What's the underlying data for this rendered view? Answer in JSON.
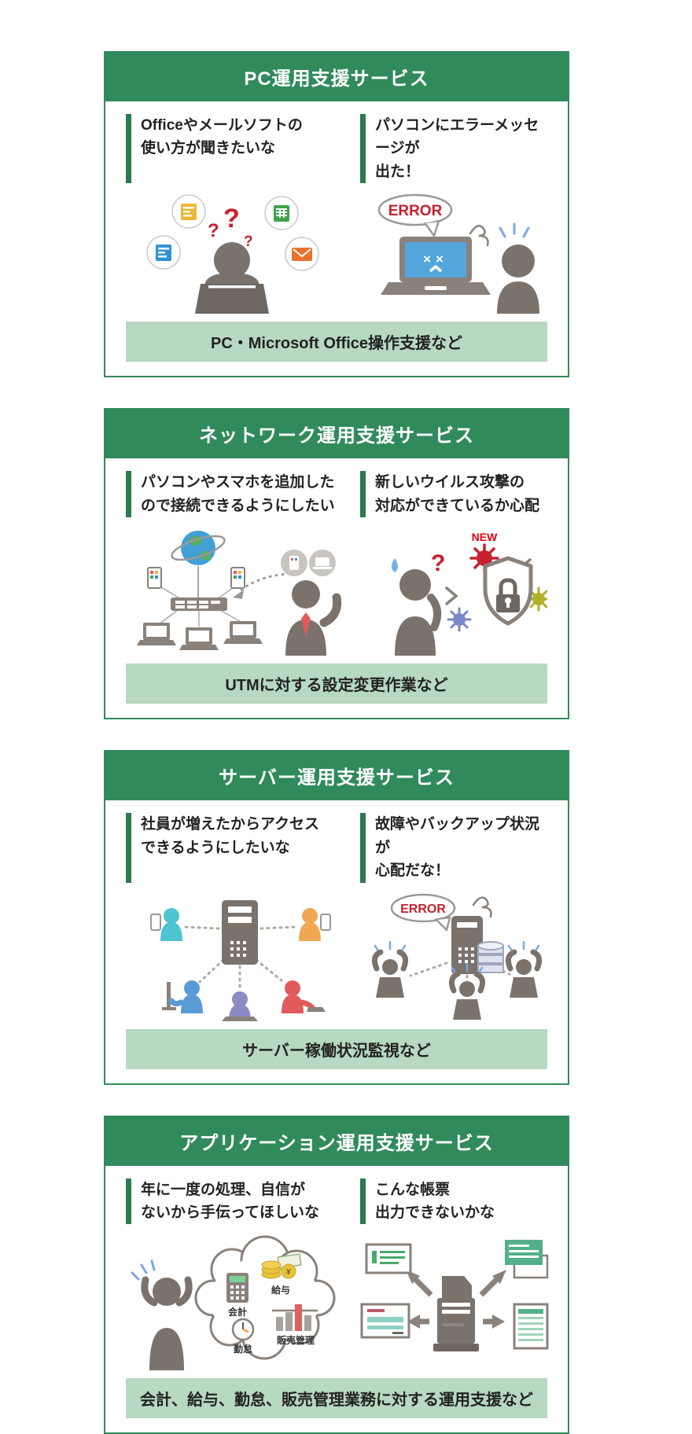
{
  "colors": {
    "header_green": "#318a5c",
    "accent_bar_green": "#2c7a50",
    "footer_bg_green": "#b7d8c1",
    "error_red": "#c7202e",
    "new_red": "#e60012",
    "figure_gray": "#7b726c",
    "stress_blue": "#7aa8e8"
  },
  "cards": [
    {
      "title": "PC運用支援サービス",
      "quotes": [
        {
          "line1": "Officeやメールソフトの",
          "line2": "使い方が聞きたいな"
        },
        {
          "line1": "パソコンにエラーメッセージが",
          "line2": "出た！"
        }
      ],
      "labels": {
        "error": "ERROR"
      },
      "icons": [
        "doc-icon-yellow",
        "spreadsheet-icon-green",
        "doc-icon-blue",
        "mail-icon-orange",
        "question-marks",
        "person-at-desk",
        "error-speech-bubble",
        "error-laptop",
        "surprised-person"
      ],
      "footer": "PC・Microsoft Office操作支援など"
    },
    {
      "title": "ネットワーク運用支援サービス",
      "quotes": [
        {
          "line1": "パソコンやスマホを追加した",
          "line2": "ので接続できるようにしたい"
        },
        {
          "line1": "新しいウイルス攻撃の",
          "line2": "対応ができているか心配"
        }
      ],
      "labels": {
        "new": "NEW"
      },
      "icons": [
        "globe-icon",
        "router-icon",
        "laptop-icon",
        "tablet-icon",
        "dotted-arrow",
        "businessman-figure",
        "worried-person",
        "virus-icon",
        "shield-lock-icon"
      ],
      "footer": "UTMに対する設定変更作業など"
    },
    {
      "title": "サーバー運用支援サービス",
      "quotes": [
        {
          "line1": "社員が増えたからアクセス",
          "line2": "できるようにしたいな"
        },
        {
          "line1": "故障やバックアップ状況が",
          "line2": "心配だな！"
        }
      ],
      "labels": {
        "error": "ERROR"
      },
      "icons": [
        "server-icon",
        "network-dotted-lines",
        "user-figures-colored",
        "error-speech-bubble",
        "database-icon",
        "distressed-person"
      ],
      "footer": "サーバー稼働状況監視など"
    },
    {
      "title": "アプリケーション運用支援サービス",
      "quotes": [
        {
          "line1": "年に一度の処理、自信が",
          "line2": "ないから手伝ってほしいな"
        },
        {
          "line1": "こんな帳票",
          "line2": "出力できないかな"
        }
      ],
      "labels": {
        "accounting": "会計",
        "payroll": "給与",
        "attendance": "勤怠",
        "sales": "販売管理"
      },
      "icons": [
        "stressed-person",
        "apps-cloud",
        "calculator-icon",
        "coins-icon",
        "clock-icon",
        "bar-chart-icon",
        "mfp-printer-icon",
        "report-doc-icons",
        "arrow-icons"
      ],
      "footer": "会計、給与、勤怠、販売管理業務に対する運用支援など"
    }
  ]
}
